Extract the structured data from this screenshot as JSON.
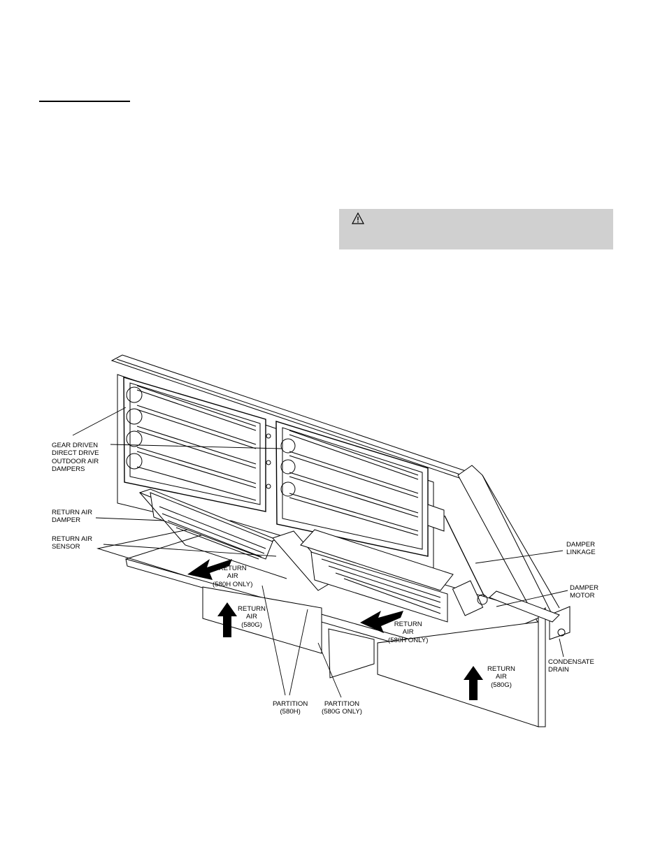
{
  "document": {
    "warning": {
      "icon": "warning-triangle-icon"
    }
  },
  "figure": {
    "labels": {
      "gear_driven": "GEAR DRIVEN\nDIRECT DRIVE\nOUTDOOR AIR\nDAMPERS",
      "return_air_damper": "RETURN AIR\nDAMPER",
      "return_air_sensor": "RETURN AIR\nSENSOR",
      "return_air_580h_left": "RETURN\nAIR\n(580H ONLY)",
      "return_air_580g_left": "RETURN\nAIR\n(580G)",
      "return_air_580h_right": "RETURN\nAIR\n(580H ONLY)",
      "return_air_580g_right": "RETURN\nAIR\n(580G)",
      "damper_linkage": "DAMPER\nLINKAGE",
      "damper_motor": "DAMPER\nMOTOR",
      "condensate_drain": "CONDENSATE\nDRAIN",
      "partition_580h": "PARTITION\n(580H)",
      "partition_580g": "PARTITION\n(580G ONLY)"
    }
  }
}
